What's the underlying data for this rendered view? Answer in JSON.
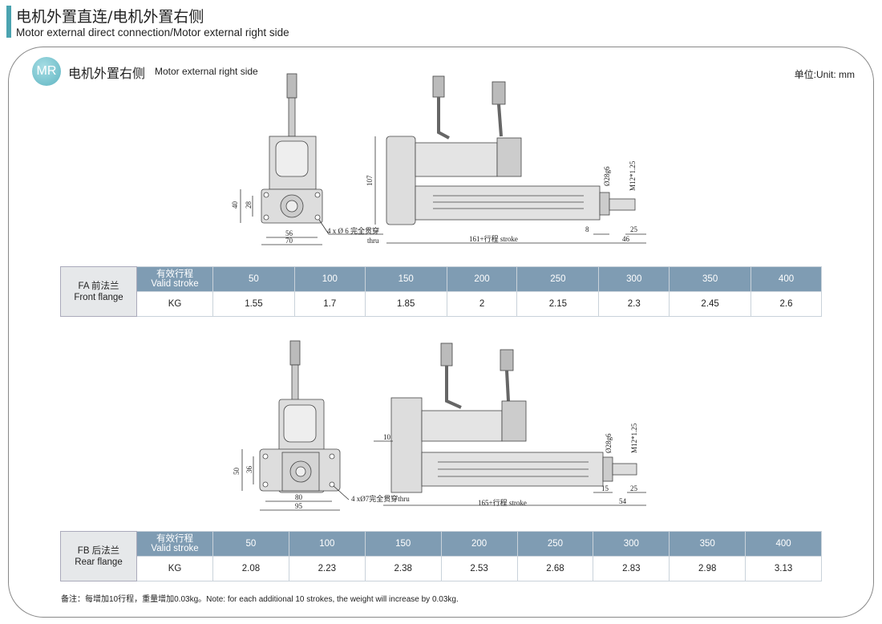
{
  "header": {
    "title_cn": "电机外置直连/电机外置右侧",
    "title_en": "Motor external direct connection/Motor  external right side"
  },
  "section": {
    "badge": "MR",
    "title_cn": "电机外置右侧",
    "title_en": "Motor external right side",
    "unit": "单位:Unit: mm"
  },
  "drawing_fa": {
    "d40": "40",
    "d28": "28",
    "d56": "56",
    "d70": "70",
    "hole": "4 x Ø 6 完全贯穿",
    "thru": "thru",
    "d107": "107",
    "len": "161+行程 stroke",
    "d8": "8",
    "d46": "46",
    "d25": "25",
    "rod": "Ø28g6",
    "thread": "M12*1.25"
  },
  "drawing_fb": {
    "d50": "50",
    "d36": "36",
    "d80": "80",
    "d95": "95",
    "hole": "4 xØ7完全贯穿thru",
    "d10": "10",
    "len": "165+行程 stroke",
    "d15": "15",
    "d54": "54",
    "d25": "25",
    "rod": "Ø28g6",
    "thread": "M12*1.25"
  },
  "table_fa": {
    "name_cn": "FA 前法兰",
    "name_en": "Front flange",
    "stroke_cn": "有效行程",
    "stroke_en": "Valid stroke",
    "kg": "KG",
    "strokes": [
      "50",
      "100",
      "150",
      "200",
      "250",
      "300",
      "350",
      "400"
    ],
    "weights": [
      "1.55",
      "1.7",
      "1.85",
      "2",
      "2.15",
      "2.3",
      "2.45",
      "2.6"
    ]
  },
  "table_fb": {
    "name_cn": "FB 后法兰",
    "name_en": "Rear flange",
    "stroke_cn": "有效行程",
    "stroke_en": "Valid stroke",
    "kg": "KG",
    "strokes": [
      "50",
      "100",
      "150",
      "200",
      "250",
      "300",
      "350",
      "400"
    ],
    "weights": [
      "2.08",
      "2.23",
      "2.38",
      "2.53",
      "2.68",
      "2.83",
      "2.98",
      "3.13"
    ]
  },
  "note": "备注：每增加10行程，重量增加0.03kg。Note: for each additional 10 strokes, the weight will increase by 0.03kg.",
  "colors": {
    "accent": "#4aa3b0",
    "table_header": "#7f9cb3"
  }
}
